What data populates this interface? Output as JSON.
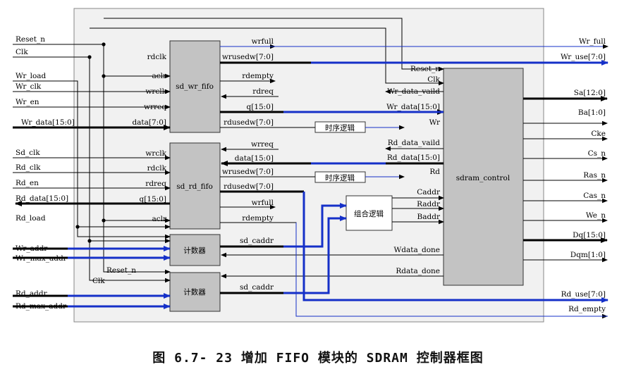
{
  "caption": "图 6.7- 23 增加 FIFO 模块的 SDRAM 控制器框图",
  "blocks": {
    "wr_fifo": "sd_wr_fifo",
    "rd_fifo": "sd_rd_fifo",
    "counter1": "计数器",
    "counter2": "计数器",
    "timing1": "时序逻辑",
    "timing2": "时序逻辑",
    "comb": "组合逻辑",
    "sdram": "sdram_control"
  },
  "inputs": [
    "Reset_n",
    "Clk",
    "Wr_load",
    "Wr_clk",
    "Wr_en",
    "Wr_data[15:0]",
    "Sd_clk",
    "Rd_clk",
    "Rd_en",
    "Rd_data[15:0]",
    "Rd_load",
    "Wr_addr",
    "Wr_max_addr",
    "Rd_addr",
    "Rd_max_addr"
  ],
  "outputs": [
    "Wr_full",
    "Wr_use[7:0]",
    "Sa[12:0]",
    "Ba[1:0]",
    "Cke",
    "Cs_n",
    "Ras_n",
    "Cas_n",
    "We_n",
    "Dq[15:0]",
    "Dqm[1:0]",
    "Rd_use[7:0]",
    "Rd_empty"
  ],
  "wr_fifo_ports": {
    "left": [
      "rdclk",
      "aclr",
      "wrclk",
      "wrreq",
      "data[7:0]"
    ],
    "right": [
      "wrfull",
      "wrusedw[7:0]",
      "rdempty",
      "rdreq",
      "q[15:0]",
      "rdusedw[7:0]"
    ]
  },
  "rd_fifo_ports": {
    "left": [
      "wrclk",
      "rdclk",
      "rdreq",
      "q[15:0]",
      "aclr"
    ],
    "right": [
      "wrreq",
      "data[15:0]",
      "wrusedw[7:0]",
      "rdusedw[7:0]",
      "wrfull",
      "rdempty"
    ]
  },
  "sdram_ports": [
    "Reset_n",
    "Clk",
    "Wr_data_vaild",
    "Wr_data[15:0]",
    "Wr",
    "Rd_data_vaild",
    "Rd_data[15:0]",
    "Rd",
    "Caddr",
    "Raddr",
    "Baddr",
    "Wdata_done",
    "Rdata_done"
  ],
  "counter_ports": {
    "out1": "sd_caddr",
    "out2": "sd_caddr",
    "reset": "Reset_n",
    "clk": "Clk"
  }
}
